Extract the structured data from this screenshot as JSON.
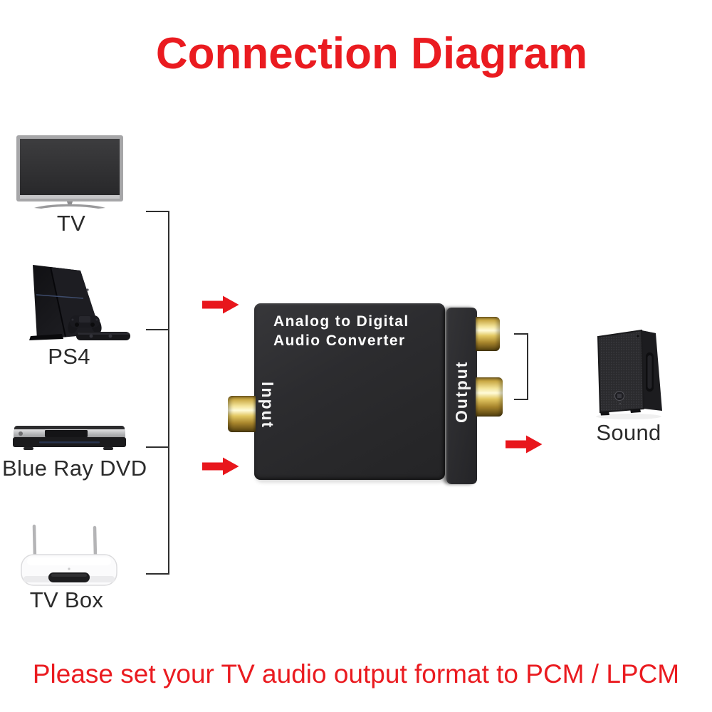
{
  "title": "Connection Diagram",
  "footer": "Please set your TV audio output format to PCM / LPCM",
  "devices": [
    {
      "name": "tv",
      "label": "TV"
    },
    {
      "name": "ps4",
      "label": "PS4"
    },
    {
      "name": "bluray",
      "label": "Blue Ray DVD"
    },
    {
      "name": "tvbox",
      "label": "TV Box"
    }
  ],
  "converter": {
    "title_line1": "Analog to Digital",
    "title_line2": "Audio Converter",
    "input_label": "Input",
    "output_label": "Output"
  },
  "output_device": {
    "label": "Sound"
  },
  "icons": {
    "arrow_icon": "red-right-arrow",
    "input_connector": "gold-toslink-jack",
    "output_connectors": "gold-rca-jacks"
  },
  "colors": {
    "title_red": "#ea1b20",
    "footer_red": "#ea1b20",
    "arrow_red": "#e8161c",
    "connector_gold": "#e2c35c",
    "converter_body": "#2a2a2c",
    "line_gray": "#2f2f2f",
    "label_dark": "#2b2b2b"
  }
}
